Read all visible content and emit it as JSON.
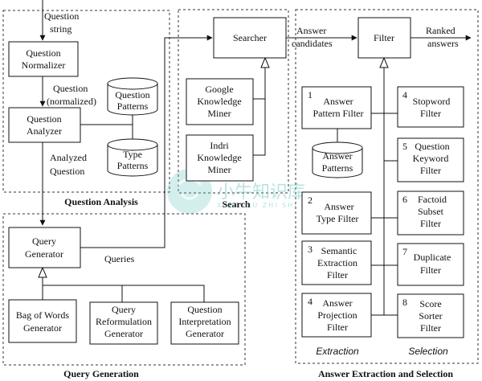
{
  "regions": {
    "question_analysis": "Question Analysis",
    "search": "Search",
    "query_generation": "Query Generation",
    "answer_extraction": "Answer Extraction and Selection"
  },
  "nodes": {
    "question_normalizer": [
      "Question",
      "Normalizer"
    ],
    "question_analyzer": [
      "Question",
      "Analyzer"
    ],
    "question_patterns": [
      "Question",
      "Patterns"
    ],
    "type_patterns": [
      "Type",
      "Patterns"
    ],
    "searcher": [
      "Searcher"
    ],
    "google_miner": [
      "Google",
      "Knowledge",
      "Miner"
    ],
    "indri_miner": [
      "Indri",
      "Knowledge",
      "Miner"
    ],
    "filter": [
      "Filter"
    ],
    "query_generator": [
      "Query",
      "Generator"
    ],
    "bag_of_words": [
      "Bag of Words",
      "Generator"
    ],
    "query_reformulation": [
      "Query",
      "Reformulation",
      "Generator"
    ],
    "question_interpretation": [
      "Question",
      "Interpretation",
      "Generator"
    ],
    "answer_pattern_filter": [
      "Answer",
      "Pattern Filter"
    ],
    "answer_patterns": [
      "Answer",
      "Patterns"
    ],
    "answer_type_filter": [
      "Answer",
      "Type Filter"
    ],
    "semantic_extraction_filter": [
      "Semantic",
      "Extraction",
      "Filter"
    ],
    "answer_projection_filter": [
      "Answer",
      "Projection",
      "Filter"
    ],
    "stopword_filter": [
      "Stopword",
      "Filter"
    ],
    "question_keyword_filter": [
      "Question",
      "Keyword",
      "Filter"
    ],
    "factoid_subset_filter": [
      "Factoid",
      "Subset",
      "Filter"
    ],
    "duplicate_filter": [
      "Duplicate",
      "Filter"
    ],
    "score_sorter_filter": [
      "Score",
      "Sorter",
      "Filter"
    ]
  },
  "numbers": {
    "answer_pattern_filter": "1",
    "answer_type_filter": "2",
    "semantic_extraction_filter": "3",
    "answer_projection_filter": "4",
    "stopword_filter": "4",
    "question_keyword_filter": "5",
    "factoid_subset_filter": "6",
    "duplicate_filter": "7",
    "score_sorter_filter": "8"
  },
  "edge_labels": {
    "question_string": [
      "Question",
      "string"
    ],
    "question_normalized": [
      "Question",
      "(normalized)"
    ],
    "analyzed_question": [
      "Analyzed",
      "Question"
    ],
    "queries": "Queries",
    "answer_candidates": [
      "Answer",
      "candidates"
    ],
    "ranked_answers": [
      "Ranked",
      "answers"
    ]
  },
  "column_labels": {
    "extraction": "Extraction",
    "selection": "Selection"
  },
  "watermark": {
    "text": "小牛知识库",
    "subtext": "XIAO NIU ZHI SHI KU"
  }
}
